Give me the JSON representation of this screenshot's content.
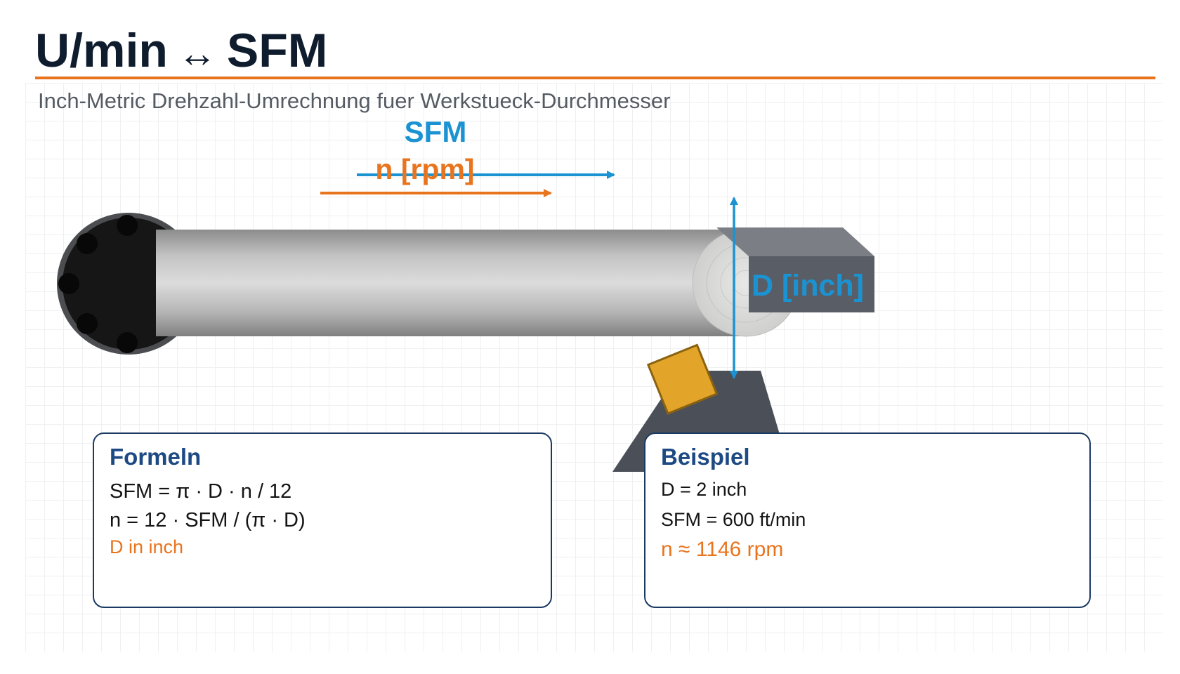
{
  "title": {
    "left": "U/min",
    "arrow": "↔",
    "right": "SFM"
  },
  "subtitle": "Inch-Metric Drehzahl-Umrechnung fuer Werkstueck-Durchmesser",
  "labels": {
    "sfm": "SFM",
    "rpm": "n [rpm]",
    "diameter": "D [inch]"
  },
  "colors": {
    "accent_orange": "#e8741e",
    "accent_blue": "#1b93d2",
    "dark_navy": "#1b3a63",
    "insert_gold": "#e2a52a"
  },
  "formulas": {
    "heading": "Formeln",
    "sfm_formula": "SFM = π · D · n / 12",
    "rpm_formula": "n = 12 · SFM / (π · D)",
    "note": "D in inch"
  },
  "example": {
    "heading": "Beispiel",
    "diameter": "D = 2 inch",
    "sfm": "SFM = 600 ft/min",
    "result": "n ≈ 1146 rpm"
  }
}
